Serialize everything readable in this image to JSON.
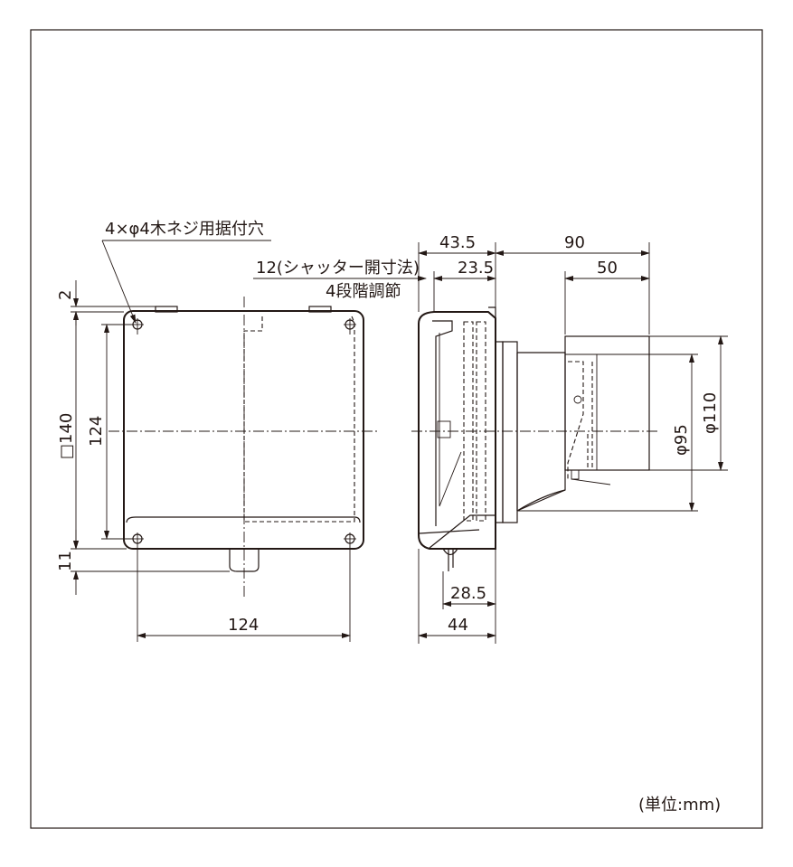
{
  "labels": {
    "screw_holes": "4×φ4木ネジ用据付穴",
    "shutter": "12(シャッター開寸法)",
    "steps": "4段階調節",
    "unit": "(単位:mm)"
  },
  "dimensions": {
    "top_gap": "2",
    "square": "□140",
    "inner_height": "124",
    "bottom_gap": "11",
    "bottom_width": "124",
    "side_depth_top": "43.5",
    "side_depth_sub": "23.5",
    "side_total_90": "90",
    "side_pipe_50": "50",
    "pipe_inner": "φ95",
    "pipe_outer": "φ110",
    "bottom_28_5": "28.5",
    "bottom_44": "44"
  }
}
